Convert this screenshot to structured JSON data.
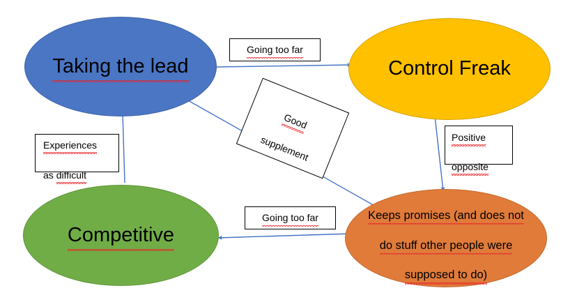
{
  "diagram": {
    "title": "Taking the lead / Control Freak relationship map",
    "background_color": "#FFFFFF",
    "connector_color": "#4472C4"
  },
  "nodes": [
    {
      "id": "taking-the-lead",
      "label": "Taking the lead",
      "fill": "#4B76C4",
      "stroke": "#3D63A8",
      "shape": "ellipse",
      "spellcheck_flagged": true
    },
    {
      "id": "control-freak",
      "label": "Control Freak",
      "fill": "#FFC000",
      "stroke": "#D9A400",
      "shape": "ellipse",
      "spellcheck_flagged": false
    },
    {
      "id": "competitive",
      "label": "Competitive",
      "fill": "#70AD47",
      "stroke": "#5E9539",
      "shape": "ellipse",
      "spellcheck_flagged": true
    },
    {
      "id": "keeps-promises",
      "label": "Keeps promises (and does not do stuff other people were supposed to do)",
      "label_lines": [
        "Keeps promises (and does not",
        "do stuff other people were",
        "supposed to do)"
      ],
      "fill": "#E07B3A",
      "stroke": "#C26A2E",
      "shape": "ellipse",
      "spellcheck_flagged": true
    }
  ],
  "edges": [
    {
      "id": "lead-to-control-freak",
      "from": "taking-the-lead",
      "to": "control-freak",
      "label": "Going too far",
      "direction": "right"
    },
    {
      "id": "lead-to-keeps-promises",
      "from": "taking-the-lead",
      "to": "keeps-promises",
      "label": "Good supplement",
      "label_lines": [
        "Good",
        "supplement"
      ],
      "direction": "down-right",
      "label_rotation_deg": 22
    },
    {
      "id": "control-freak-to-keeps-promises",
      "from": "control-freak",
      "to": "keeps-promises",
      "label": "Positive opposite",
      "label_lines": [
        "Positive",
        "opposite"
      ],
      "direction": "down"
    },
    {
      "id": "keeps-promises-to-competitive",
      "from": "keeps-promises",
      "to": "competitive",
      "label": "Going too far",
      "direction": "left"
    },
    {
      "id": "competitive-to-lead",
      "from": "competitive",
      "to": "taking-the-lead",
      "label": "Experiences as difficult",
      "label_lines": [
        "Experiences",
        "as difficult"
      ],
      "direction": "up"
    }
  ]
}
